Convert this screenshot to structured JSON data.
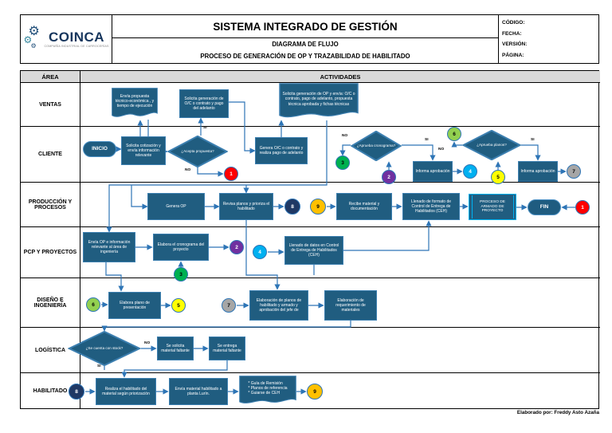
{
  "header": {
    "logo": {
      "name": "COINCA",
      "tagline": "COMPAÑÍA INDUSTRIAL DE CARROCERÍAS"
    },
    "title": "SISTEMA INTEGRADO DE GESTIÓN",
    "subtitle1": "DIAGRAMA DE FLUJO",
    "subtitle2": "PROCESO DE GENERACIÓN DE OP Y TRAZABILIDAD DE HABILITADO",
    "meta": [
      "CÓDIGO:",
      "FECHA:",
      "VERSIÓN:",
      "PÁGINA:"
    ]
  },
  "table": {
    "col_area": "ÁREA",
    "col_actividades": "ACTIVIDADES"
  },
  "lanes": [
    "VENTAS",
    "CLIENTE",
    "PRODUCCIÓN Y PROCESOS",
    "PCP Y PROYECTOS",
    "DISEÑO E INGENIERÍA",
    "LOGÍSTICA",
    "HABILITADO"
  ],
  "nodes": {
    "v1": "Envía propuesta técnico-económica , y tiempo de ejecución",
    "v2": "Solicita generación de O/C o contrato y pago del adelanto",
    "v3": "Solicita generación de OP y envía: O/C o contrato, pago de adelanto, propuesta técnica aprobada y fichas técnicas",
    "inicio": "INICIO",
    "c1": "Solicita cotización y envía información relevante",
    "d1": "¿Acepta propuesta?",
    "c2": "Genera O/C o contrato y realiza pago de adelanto",
    "d2": "¿Aprueba cronograma?",
    "ia1": "Informa aprobación",
    "d3": "¿Aprueba planos?",
    "ia2": "Informa aprobación",
    "p1": "Genera OP",
    "p2": "Revisa planos y prioriza el habilitado",
    "p3": "Recibe material y documentación",
    "p4": "Llenado de formato de Control de Entrega de Habilitados (CEH)",
    "p5": "PROCESO DE ARMADO DE PROYECTO",
    "fin": "FIN",
    "q1": "Envía OP e información relevante al área de ingeniería",
    "q2": "Elabora el cronograma del proyecto",
    "q3": "Llenado de datos en Control de Entrega de Habilitados (CEH)",
    "r1": "Elabora plano de presentación",
    "r2": "Elaboración de planos de habilitado y armado y aprobación del jefe de",
    "r3": "Elaboración de requerimiento de materiales",
    "ld": "¿Se cuenta con stock?",
    "l1": "Se solicita material faltante",
    "l2": "Se entrega material faltante",
    "h1": "Realiza el habilitado del material según priorización",
    "h2": "Envía material habilitado a planta Lurín.",
    "h3": "* Guía de Remisión\n* Planos de referencia\n* Guiarse de CEH"
  },
  "circles": {
    "cli_1": "1",
    "cli_2": "2",
    "cli_3": "3",
    "cli_4": "4",
    "cli_5": "5",
    "cli_6": "6",
    "cli_7": "7",
    "prod_8": "8",
    "prod_9": "9",
    "prod_1": "1",
    "pcp_2": "2",
    "pcp_3": "3",
    "pcp_4": "4",
    "dis_6": "6",
    "dis_5": "5",
    "dis_7": "7",
    "hab_8": "8",
    "hab_9": "9"
  },
  "labels": {
    "si": "SI",
    "no": "NO"
  },
  "footer": {
    "elaborado": "Elaborado por: Freddy Asto Azaña"
  },
  "colors": {
    "box_fill": "#205d80",
    "box_border": "#3c7fb0",
    "arrow": "#2e75b6",
    "predef_border": "#00b0f0",
    "header_row": "#d9d9d9",
    "circle_red": "#ff0000",
    "circle_purple": "#7030a0",
    "circle_green": "#00b050",
    "circle_cyan": "#00b0f0",
    "circle_yellow": "#ffff00",
    "circle_ltgreen": "#92d050",
    "circle_gray": "#a6a6a6",
    "circle_navy": "#1f3864",
    "circle_amber": "#ffc000"
  }
}
